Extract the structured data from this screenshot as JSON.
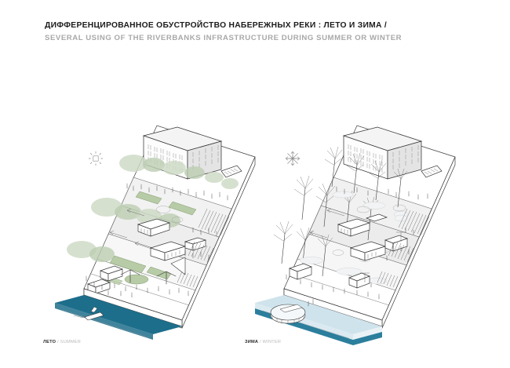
{
  "header": {
    "title_ru": "ДИФФЕРЕНЦИРОВАННОЕ ОБУСТРОЙСТВО НАБЕРЕЖНЫХ РЕКИ : ЛЕТО И ЗИМА /",
    "title_en": "SEVERAL USING OF THE RIVERBANKS INFRASTRUCTURE DURING SUMMER OR WINTER"
  },
  "captions": {
    "summer": {
      "ru": "ЛЕТО",
      "separator": " / ",
      "en": "SUMMER"
    },
    "winter": {
      "ru": "ЗИМА",
      "separator": " / ",
      "en": "WINTER"
    }
  },
  "panels": [
    {
      "id": "summer",
      "season_icon": "sun-icon",
      "water_label": "open river water",
      "water_color": "#1d6e8b",
      "vegetation": "leafy green tree canopies",
      "vegetation_color": "#c3d3b6",
      "features": [
        "riverside promenade with pavilions and umbrellas",
        "planted terrace strips",
        "tram / bus on roadway terrace",
        "food kiosks and market stalls",
        "stepped amphitheatre along embankment edge",
        "motor boat on the river",
        "multi-storey building block at the upper level"
      ]
    },
    {
      "id": "winter",
      "season_icon": "snowflake-icon",
      "water_label": "frozen river with ice sheet",
      "water_color": "#2b7f9c",
      "ice_color": "#cfe3ec",
      "vegetation": "bare winter trees",
      "vegetation_color": "#e9eaec",
      "features": [
        "ice skating rink on the frozen river",
        "snow covered terraces and embankment",
        "bus and vehicles on roadway terrace",
        "warming huts and winter kiosks",
        "stepped amphitheatre along embankment edge",
        "multi-storey building block at the upper level"
      ]
    }
  ],
  "colors": {
    "ink": "#3a3a3a",
    "title_ru": "#1c1c1c",
    "title_en": "#a8a8a8",
    "caption_muted": "#b9b9b9",
    "background": "#ffffff"
  }
}
